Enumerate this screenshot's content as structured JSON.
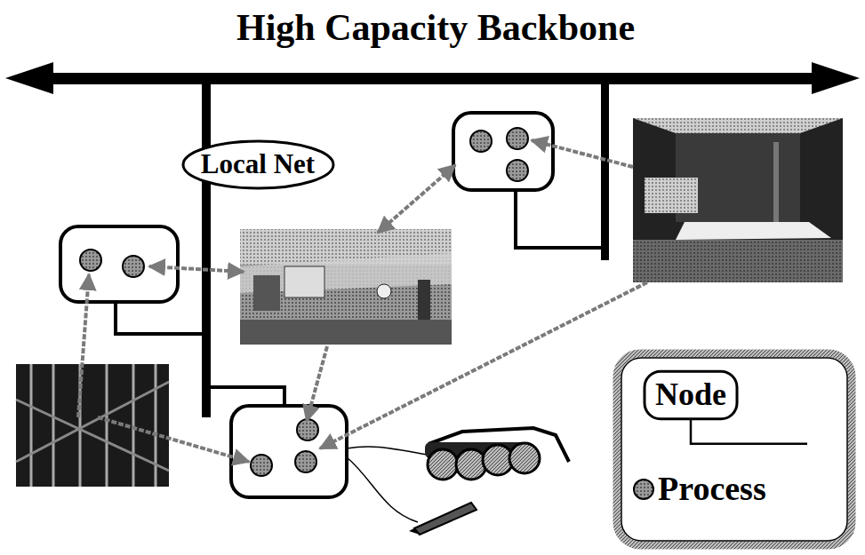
{
  "diagram": {
    "title": "High Capacity Backbone",
    "nodes": [
      {
        "text": [
          "Local Net"
        ]
      }
    ],
    "legend": [
      {
        "text": "Node"
      },
      {
        "text": "Process"
      }
    ]
  }
}
